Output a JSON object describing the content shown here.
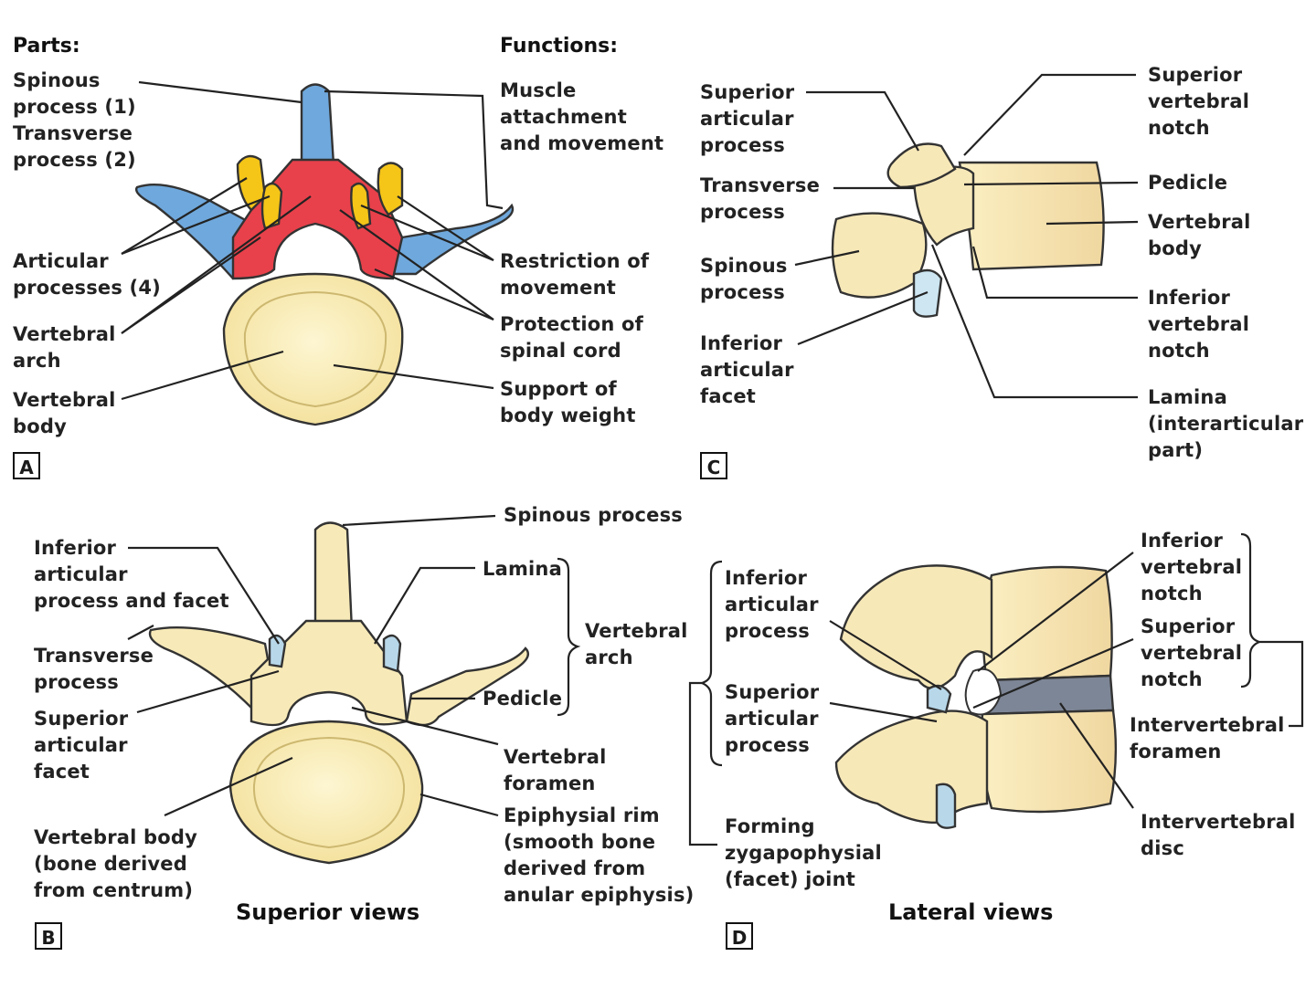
{
  "panels": {
    "A": {
      "letter": "A",
      "parts_header": "Parts:",
      "functions_header": "Functions:",
      "parts": {
        "spinous": "Spinous\nprocess (1)",
        "transverse": "Transverse\nprocess (2)",
        "articular": "Articular\nprocesses (4)",
        "arch": "Vertebral\narch",
        "body": "Vertebral\nbody"
      },
      "functions": {
        "muscle": "Muscle\nattachment\nand movement",
        "restriction": "Restriction of\nmovement",
        "protection": "Protection of\nspinal cord",
        "support": "Support of\nbody weight"
      },
      "colors": {
        "spinous_transverse": "#6fa8dc",
        "arch": "#e8414b",
        "articular": "#f5c518",
        "body": "#fbefb4"
      }
    },
    "B": {
      "letter": "B",
      "labels": {
        "spinous": "Spinous process",
        "inferior_articular": "Inferior\narticular\nprocess and facet",
        "transverse": "Transverse\nprocess",
        "superior_facet": "Superior\narticular\nfacet",
        "body": "Vertebral body\n(bone derived\nfrom centrum)",
        "lamina": "Lamina",
        "arch": "Vertebral\narch",
        "pedicle": "Pedicle",
        "foramen": "Vertebral\nforamen",
        "rim": "Epiphysial rim\n(smooth bone\nderived from\nanular epiphysis)"
      }
    },
    "C": {
      "letter": "C",
      "labels": {
        "superior_articular": "Superior\narticular\nprocess",
        "transverse": "Transverse\nprocess",
        "spinous": "Spinous\nprocess",
        "inferior_facet": "Inferior\narticular\nfacet",
        "superior_notch": "Superior\nvertebral\nnotch",
        "pedicle": "Pedicle",
        "body": "Vertebral\nbody",
        "inferior_notch": "Inferior\nvertebral\nnotch",
        "lamina": "Lamina\n(interarticular\npart)"
      }
    },
    "D": {
      "letter": "D",
      "labels": {
        "inferior_articular": "Inferior\narticular\nprocess",
        "superior_articular": "Superior\narticular\nprocess",
        "forming": "Forming\nzygapophysial\n(facet) joint",
        "inferior_notch": "Inferior\nvertebral\nnotch",
        "superior_notch": "Superior\nvertebral\nnotch",
        "foramen": "Intervertebral\nforamen",
        "disc": "Intervertebral\ndisc"
      }
    }
  },
  "captions": {
    "superior": "Superior views",
    "lateral": "Lateral views"
  }
}
